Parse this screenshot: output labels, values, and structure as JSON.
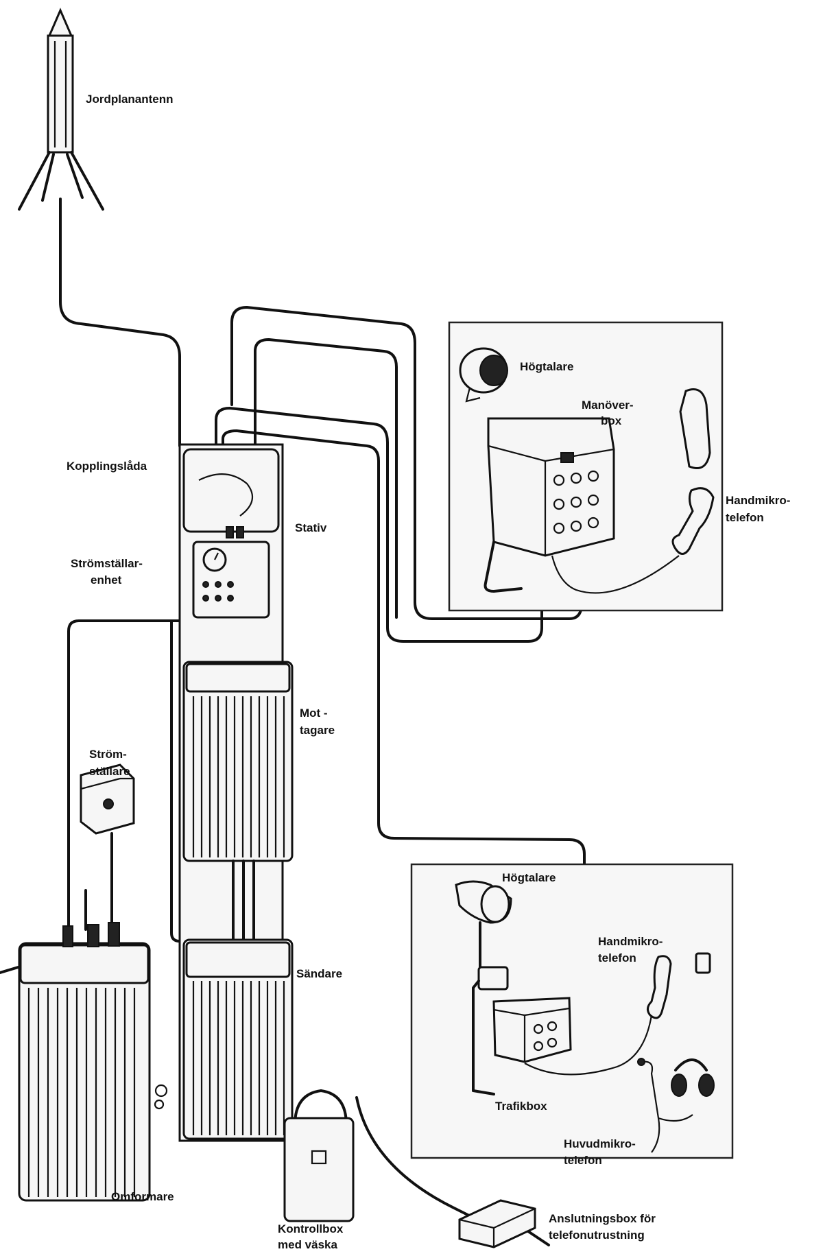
{
  "labels": {
    "jordplanantenn": "Jordplanantenn",
    "kopplingslada": "Kopplingslåda",
    "stativ": "Stativ",
    "stromstallarenhet_1": "Strömställar-",
    "stromstallarenhet_2": "enhet",
    "mottagare_1": "Mot -",
    "mottagare_2": "tagare",
    "stromstallare_1": "Ström-",
    "stromstallare_2": "ställare",
    "sandare": "Sändare",
    "omformare": "Omformare",
    "kontrollbox_1": "Kontrollbox",
    "kontrollbox_2": "med väska",
    "hogtalare_top": "Högtalare",
    "manoverbox_1": "Manöver-",
    "manoverbox_2": "box",
    "handmikrotelefon_top_1": "Handmikro-",
    "handmikrotelefon_top_2": "telefon",
    "hogtalare_bottom": "Högtalare",
    "handmikrotelefon_bottom_1": "Handmikro-",
    "handmikrotelefon_bottom_2": "telefon",
    "trafikbox": "Trafikbox",
    "huvudmikrotelefon_1": "Huvudmikro-",
    "huvudmikrotelefon_2": "telefon",
    "anslutningsbox_1": "Anslutningsbox för",
    "anslutningsbox_2": "telefonutrustning"
  },
  "colors": {
    "line": "#111111",
    "background": "#ffffff",
    "panel": "#f7f7f7"
  }
}
